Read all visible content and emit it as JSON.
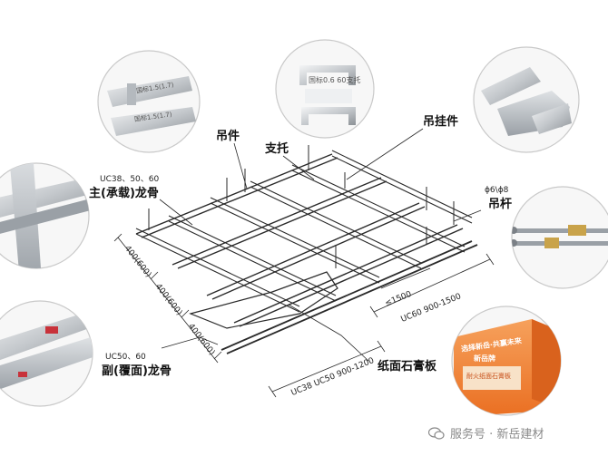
{
  "labels": {
    "hanger_piece": "吊件",
    "support": "支托",
    "hook_piece": "吊挂件",
    "rod_spec": "ϕ6\\ϕ8",
    "rod": "吊杆",
    "main_spec": "UC38、50、60",
    "main_keel": "主(承载)龙骨",
    "sub_spec": "UC50、60",
    "sub_keel": "副(覆面)龙骨",
    "gypsum": "纸面石膏板"
  },
  "dimensions": {
    "d1": "400(600)",
    "d2": "400(600)",
    "d3": "400(600)",
    "span_small": "≤1500",
    "span_long": "UC60 900-1500",
    "span_front": "UC38 UC50 900-1200"
  },
  "photo_text": {
    "piece_top": "国标0.6 60支托",
    "hanger_upper": "国标1.5(1.7)",
    "hanger_lower": "国标1.5(1.7)",
    "board_slogan": "选择新岳·共赢未来",
    "board_brand": "新岳牌",
    "board_name": "耐火纸面石膏板"
  },
  "watermark": {
    "text": "服务号 · 新岳建材"
  },
  "colors": {
    "circle_stroke": "#c9c9c9",
    "frame_line": "#2a2a2a",
    "metal_light": "#e6e8ea",
    "metal_dark": "#8d9297",
    "board_orange": "#f07a2a",
    "board_light": "#f6a15c"
  }
}
